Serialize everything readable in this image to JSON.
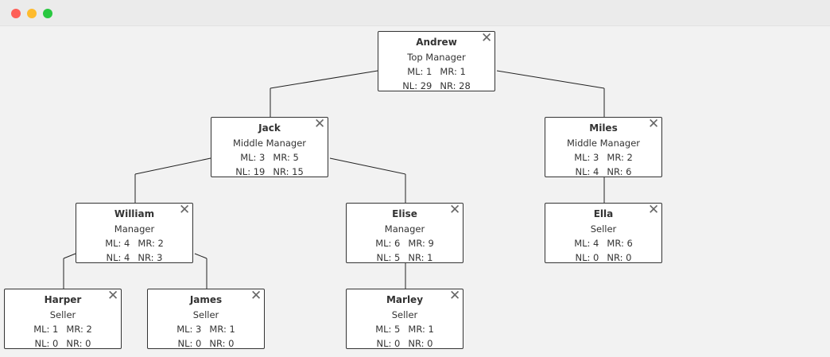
{
  "window": {
    "controls": [
      "close-dot",
      "minimize-dot",
      "zoom-dot"
    ]
  },
  "icons": {
    "close": "✕"
  },
  "nodes": {
    "andrew": {
      "name": "Andrew",
      "role": "Top Manager",
      "ml": "ML: 1",
      "mr": "MR: 1",
      "nl": "NL: 29",
      "nr": "NR: 28"
    },
    "jack": {
      "name": "Jack",
      "role": "Middle Manager",
      "ml": "ML: 3",
      "mr": "MR: 5",
      "nl": "NL: 19",
      "nr": "NR: 15"
    },
    "miles": {
      "name": "Miles",
      "role": "Middle Manager",
      "ml": "ML: 3",
      "mr": "MR: 2",
      "nl": "NL: 4",
      "nr": "NR: 6"
    },
    "william": {
      "name": "William",
      "role": "Manager",
      "ml": "ML: 4",
      "mr": "MR: 2",
      "nl": "NL: 4",
      "nr": "NR: 3"
    },
    "elise": {
      "name": "Elise",
      "role": "Manager",
      "ml": "ML: 6",
      "mr": "MR: 9",
      "nl": "NL: 5",
      "nr": "NR: 1"
    },
    "ella": {
      "name": "Ella",
      "role": "Seller",
      "ml": "ML: 4",
      "mr": "MR: 6",
      "nl": "NL: 0",
      "nr": "NR: 0"
    },
    "harper": {
      "name": "Harper",
      "role": "Seller",
      "ml": "ML: 1",
      "mr": "MR: 2",
      "nl": "NL: 0",
      "nr": "NR: 0"
    },
    "james": {
      "name": "James",
      "role": "Seller",
      "ml": "ML: 3",
      "mr": "MR: 1",
      "nl": "NL: 0",
      "nr": "NR: 0"
    },
    "marley": {
      "name": "Marley",
      "role": "Seller",
      "ml": "ML: 5",
      "mr": "MR: 1",
      "nl": "NL: 0",
      "nr": "NR: 0"
    }
  }
}
